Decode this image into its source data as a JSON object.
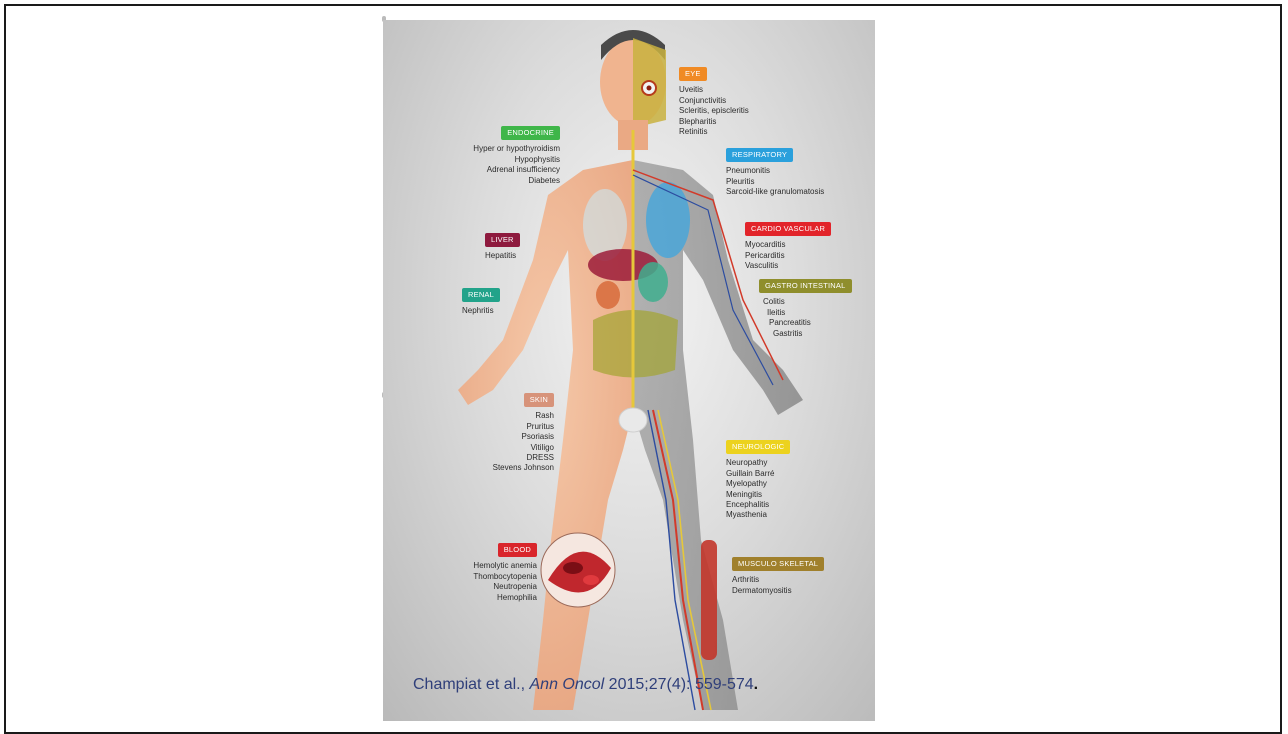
{
  "categories": {
    "eye": {
      "label": "EYE",
      "color": "#f08a24",
      "items": [
        "Uveitis",
        "Conjunctivitis",
        "Scleritis, episcleritis",
        "Blepharitis",
        "Retinitis"
      ]
    },
    "endocrine": {
      "label": "ENDOCRINE",
      "color": "#3fb649",
      "items": [
        "Hyper or hypothyroidism",
        "Hypophysitis",
        "Adrenal insufficiency",
        "Diabetes"
      ]
    },
    "respiratory": {
      "label": "RESPIRATORY",
      "color": "#2aa0dc",
      "items": [
        "Pneumonitis",
        "Pleuritis",
        "Sarcoid-like granulomatosis"
      ]
    },
    "cardio": {
      "label": "CARDIO VASCULAR",
      "color": "#e2242a",
      "items": [
        "Myocarditis",
        "Pericarditis",
        "Vasculitis"
      ]
    },
    "liver": {
      "label": "LIVER",
      "color": "#8e1a3e",
      "items": [
        "Hepatitis"
      ]
    },
    "gastro": {
      "label": "GASTRO INTESTINAL",
      "color": "#8f8e2c",
      "items": [
        "Colitis",
        "Ileitis",
        "Pancreatitis",
        "Gastritis"
      ]
    },
    "renal": {
      "label": "RENAL",
      "color": "#22a38a",
      "items": [
        "Nephritis"
      ]
    },
    "skin": {
      "label": "SKIN",
      "color": "#d7937a",
      "items": [
        "Rash",
        "Pruritus",
        "Psoriasis",
        "Vitiligo",
        "DRESS",
        "Stevens Johnson"
      ]
    },
    "neurologic": {
      "label": "NEUROLOGIC",
      "color": "#ecd21e",
      "items": [
        "Neuropathy",
        "Guillain Barré",
        "Myelopathy",
        "Meningitis",
        "Encephalitis",
        "Myasthenia"
      ]
    },
    "blood": {
      "label": "BLOOD",
      "color": "#d9252b",
      "items": [
        "Hemolytic anemia",
        "Thombocytopenia",
        "Neutropenia",
        "Hemophilia"
      ]
    },
    "musculo": {
      "label": "MUSCULO SKELETAL",
      "color": "#a0802c",
      "items": [
        "Arthritis",
        "Dermatomyositis"
      ]
    }
  },
  "citation": {
    "authors": "Champiat et al., ",
    "journal": "Ann Oncol",
    "rest": " 2015;27(4): 559-574",
    "period": "."
  }
}
